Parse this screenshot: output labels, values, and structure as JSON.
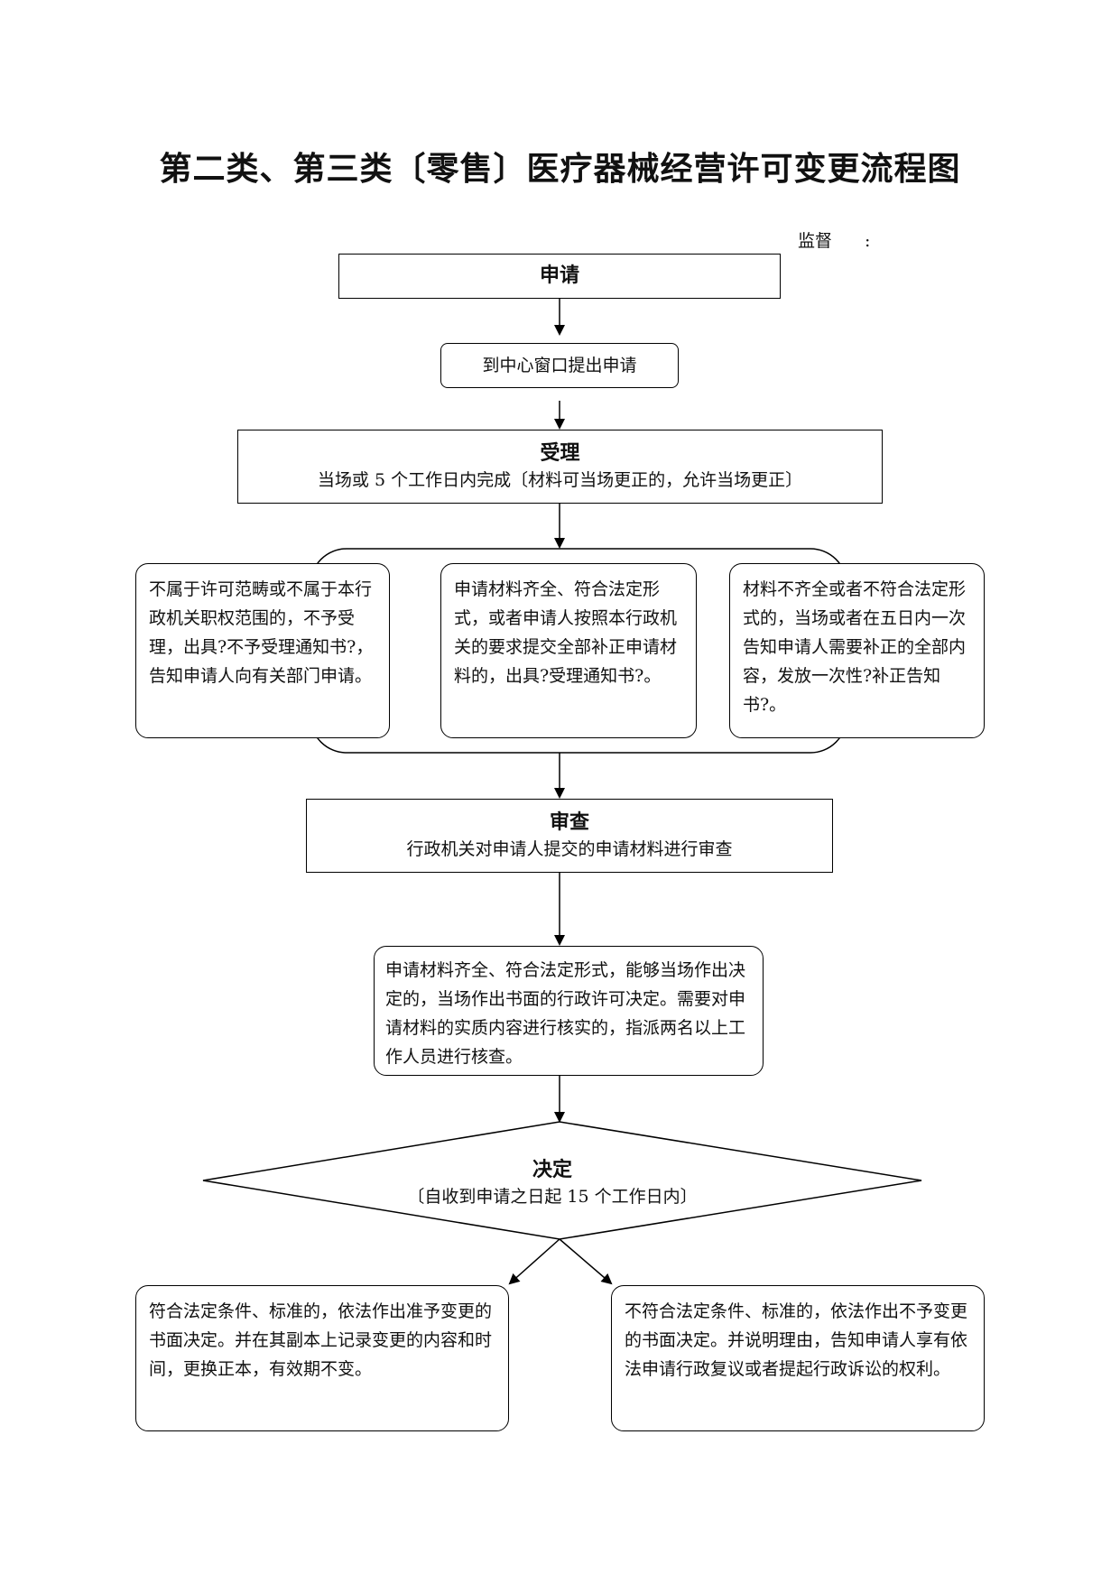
{
  "title": "第二类、第三类〔零售〕医疗器械经营许可变更流程图",
  "supervise": {
    "label": "监督",
    "colon": ":"
  },
  "apply": {
    "head": "申请"
  },
  "window": {
    "text": "到中心窗口提出申请"
  },
  "accept": {
    "head": "受理",
    "sub": "当场或 5 个工作日内完成〔材料可当场更正的，允许当场更正〕"
  },
  "branches": {
    "reject": "不属于许可范畴或不属于本行政机关职权范围的，不予受理，出具?不予受理通知书?，告知申请人向有关部门申请。",
    "accepted": "申请材料齐全、符合法定形式，或者申请人按照本行政机关的要求提交全部补正申请材料的，出具?受理通知书?。",
    "supplement": "材料不齐全或者不符合法定形式的，当场或者在五日内一次告知申请人需要补正的全部内容，发放一次性?补正告知书?。"
  },
  "review": {
    "head": "审查",
    "sub": "行政机关对申请人提交的申请材料进行审查"
  },
  "review_note": "申请材料齐全、符合法定形式，能够当场作出决定的，当场作出书面的行政许可决定。需要对申请材料的实质内容进行核实的，指派两名以上工作人员进行核查。",
  "decision": {
    "head": "决定",
    "sub": "〔自收到申请之日起 15 个工作日内〕"
  },
  "outcomes": {
    "approve": "符合法定条件、标准的，依法作出准予变更的书面决定。并在其副本上记录变更的内容和时间，更换正本，有效期不变。",
    "deny": "不符合法定条件、标准的，依法作出不予变更的书面决定。并说明理由，告知申请人享有依法申请行政复议或者提起行政诉讼的权利。"
  }
}
